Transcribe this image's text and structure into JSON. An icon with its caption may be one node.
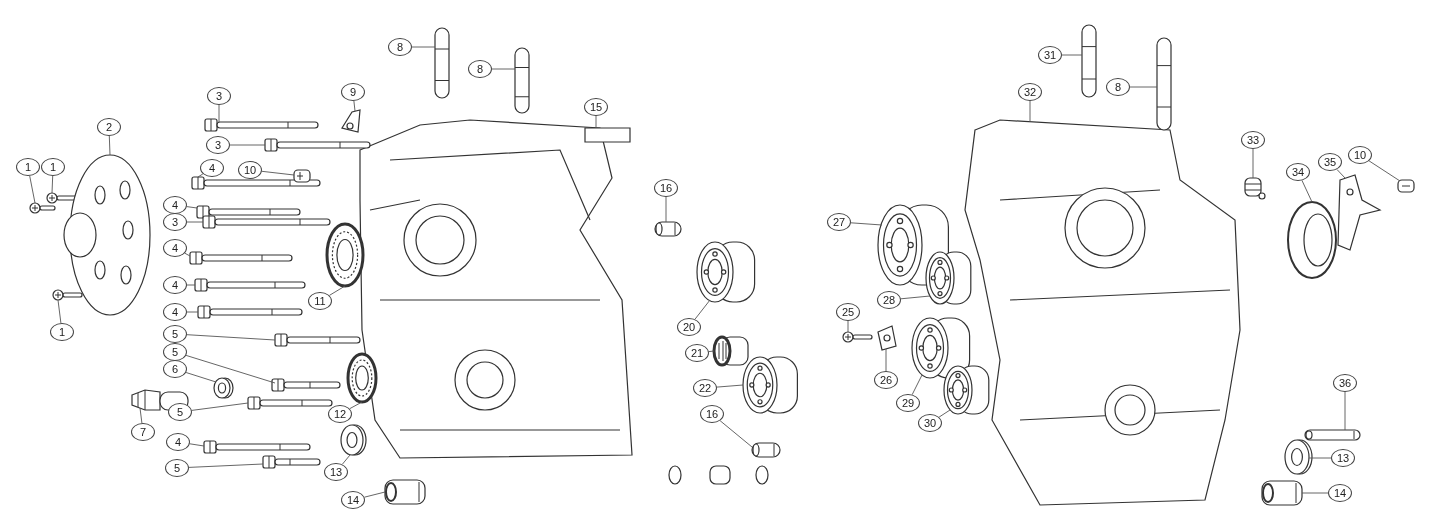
{
  "diagram": {
    "nodes": [
      {
        "text": [
          "1"
        ]
      },
      {
        "text": [
          "1"
        ]
      },
      {
        "text": [
          "1"
        ]
      },
      {
        "text": [
          "2"
        ]
      },
      {
        "text": [
          "3"
        ]
      },
      {
        "text": [
          "3"
        ]
      },
      {
        "text": [
          "4"
        ]
      },
      {
        "text": [
          "10"
        ]
      },
      {
        "text": [
          "4"
        ]
      },
      {
        "text": [
          "3"
        ]
      },
      {
        "text": [
          "4"
        ]
      },
      {
        "text": [
          "4"
        ]
      },
      {
        "text": [
          "4"
        ]
      },
      {
        "text": [
          "5"
        ]
      },
      {
        "text": [
          "5"
        ]
      },
      {
        "text": [
          "6"
        ]
      },
      {
        "text": [
          "5"
        ]
      },
      {
        "text": [
          "7"
        ]
      },
      {
        "text": [
          "4"
        ]
      },
      {
        "text": [
          "5"
        ]
      },
      {
        "text": [
          "8"
        ]
      },
      {
        "text": [
          "8"
        ]
      },
      {
        "text": [
          "9"
        ]
      },
      {
        "text": [
          "11"
        ]
      },
      {
        "text": [
          "12"
        ]
      },
      {
        "text": [
          "13"
        ]
      },
      {
        "text": [
          "14"
        ]
      },
      {
        "text": [
          "15"
        ]
      },
      {
        "text": [
          "16"
        ]
      },
      {
        "text": [
          "20"
        ]
      },
      {
        "text": [
          "21"
        ]
      },
      {
        "text": [
          "22"
        ]
      },
      {
        "text": [
          "16"
        ]
      },
      {
        "text": [
          "31"
        ]
      },
      {
        "text": [
          "8"
        ]
      },
      {
        "text": [
          "32"
        ]
      },
      {
        "text": [
          "33"
        ]
      },
      {
        "text": [
          "34"
        ]
      },
      {
        "text": [
          "35"
        ]
      },
      {
        "text": [
          "10"
        ]
      },
      {
        "text": [
          "27"
        ]
      },
      {
        "text": [
          "28"
        ]
      },
      {
        "text": [
          "25"
        ]
      },
      {
        "text": [
          "26"
        ]
      },
      {
        "text": [
          "29"
        ]
      },
      {
        "text": [
          "30"
        ]
      },
      {
        "text": [
          "36"
        ]
      },
      {
        "text": [
          "13"
        ]
      },
      {
        "text": [
          "14"
        ]
      },
      {
        "text": [],
        "shape": "picture"
      },
      {
        "text": [],
        "shape": "picture"
      },
      {
        "text": [],
        "shape": "picture"
      },
      {
        "text": [],
        "shape": "picture"
      },
      {
        "text": [],
        "shape": "picture"
      },
      {
        "text": [],
        "shape": "picture"
      },
      {
        "text": [],
        "shape": "picture"
      },
      {
        "text": [],
        "shape": "picture"
      },
      {
        "text": [],
        "shape": "picture"
      },
      {
        "text": [],
        "shape": "picture"
      },
      {
        "text": [],
        "shape": "picture"
      },
      {
        "text": [],
        "shape": "picture"
      },
      {
        "text": [],
        "shape": "picture"
      },
      {
        "text": [],
        "shape": "picture"
      },
      {
        "text": [],
        "shape": "picture"
      },
      {
        "text": [],
        "shape": "picture"
      },
      {
        "text": [],
        "shape": "picture"
      },
      {
        "text": [],
        "shape": "picture"
      },
      {
        "text": [],
        "shape": "picture"
      },
      {
        "text": [],
        "shape": "picture"
      },
      {
        "text": [],
        "shape": "picture"
      },
      {
        "text": [],
        "shape": "picture"
      },
      {
        "text": [],
        "shape": "picture"
      },
      {
        "text": [],
        "shape": "picture"
      },
      {
        "text": [],
        "shape": "picture"
      },
      {
        "text": [],
        "shape": "picture"
      },
      {
        "text": [],
        "shape": "picture"
      },
      {
        "text": [],
        "shape": "picture"
      },
      {
        "text": [],
        "shape": "picture"
      },
      {
        "text": [],
        "shape": "picture"
      },
      {
        "text": [],
        "shape": "picture"
      },
      {
        "text": [],
        "shape": "picture"
      },
      {
        "text": [],
        "shape": "picture"
      },
      {
        "text": [],
        "shape": "picture"
      },
      {
        "text": [],
        "shape": "picture"
      },
      {
        "text": [],
        "shape": "picture"
      },
      {
        "text": [],
        "shape": "picture"
      },
      {
        "text": [],
        "shape": "picture"
      },
      {
        "text": [],
        "shape": "picture"
      },
      {
        "text": [],
        "shape": "picture"
      },
      {
        "text": [],
        "shape": "picture"
      },
      {
        "text": [],
        "shape": "picture"
      },
      {
        "text": [],
        "shape": "picture"
      },
      {
        "text": [],
        "shape": "picture"
      },
      {
        "text": [],
        "shape": "picture"
      },
      {
        "text": [],
        "shape": "picture"
      },
      {
        "text": [],
        "shape": "picture"
      },
      {
        "text": [],
        "shape": "picture"
      },
      {
        "text": [],
        "shape": "picture"
      }
    ],
    "edges": [
      {
        "from": 0,
        "to": 49,
        "arrow": "none"
      },
      {
        "from": 1,
        "to": 50,
        "arrow": "none"
      },
      {
        "from": 2,
        "to": 51,
        "arrow": "none"
      },
      {
        "from": 3,
        "to": 52,
        "arrow": "none"
      },
      {
        "from": 4,
        "to": 53,
        "arrow": "none"
      },
      {
        "from": 5,
        "to": 54,
        "arrow": "none"
      },
      {
        "from": 6,
        "to": 55,
        "arrow": "none"
      },
      {
        "from": 7,
        "to": 56,
        "arrow": "none"
      },
      {
        "from": 8,
        "to": 57,
        "arrow": "none"
      },
      {
        "from": 9,
        "to": 58,
        "arrow": "none"
      },
      {
        "from": 10,
        "to": 59,
        "arrow": "none"
      },
      {
        "from": 11,
        "to": 60,
        "arrow": "none"
      },
      {
        "from": 12,
        "to": 61,
        "arrow": "none"
      },
      {
        "from": 13,
        "to": 62,
        "arrow": "none"
      },
      {
        "from": 14,
        "to": 63,
        "arrow": "none"
      },
      {
        "from": 15,
        "to": 64,
        "arrow": "none"
      },
      {
        "from": 16,
        "to": 65,
        "arrow": "none"
      },
      {
        "from": 17,
        "to": 66,
        "arrow": "none"
      },
      {
        "from": 18,
        "to": 67,
        "arrow": "none"
      },
      {
        "from": 19,
        "to": 68,
        "arrow": "none"
      },
      {
        "from": 20,
        "to": 69,
        "arrow": "none"
      },
      {
        "from": 21,
        "to": 70,
        "arrow": "none"
      },
      {
        "from": 22,
        "to": 71,
        "arrow": "none"
      },
      {
        "from": 23,
        "to": 72,
        "arrow": "none"
      },
      {
        "from": 24,
        "to": 73,
        "arrow": "none"
      },
      {
        "from": 25,
        "to": 74,
        "arrow": "none"
      },
      {
        "from": 26,
        "to": 75,
        "arrow": "none"
      },
      {
        "from": 27,
        "to": 76,
        "arrow": "none"
      },
      {
        "from": 28,
        "to": 77,
        "arrow": "none"
      },
      {
        "from": 29,
        "to": 78,
        "arrow": "none"
      },
      {
        "from": 30,
        "to": 79,
        "arrow": "none"
      },
      {
        "from": 31,
        "to": 80,
        "arrow": "none"
      },
      {
        "from": 32,
        "to": 81,
        "arrow": "none"
      },
      {
        "from": 33,
        "to": 82,
        "arrow": "none"
      },
      {
        "from": 34,
        "to": 83,
        "arrow": "none"
      },
      {
        "from": 35,
        "to": 84,
        "arrow": "none"
      },
      {
        "from": 36,
        "to": 85,
        "arrow": "none"
      },
      {
        "from": 37,
        "to": 86,
        "arrow": "none"
      },
      {
        "from": 38,
        "to": 87,
        "arrow": "none"
      },
      {
        "from": 39,
        "to": 88,
        "arrow": "none"
      },
      {
        "from": 40,
        "to": 89,
        "arrow": "none"
      },
      {
        "from": 41,
        "to": 90,
        "arrow": "none"
      },
      {
        "from": 42,
        "to": 91,
        "arrow": "none"
      },
      {
        "from": 43,
        "to": 92,
        "arrow": "none"
      },
      {
        "from": 44,
        "to": 93,
        "arrow": "none"
      },
      {
        "from": 45,
        "to": 94,
        "arrow": "none"
      },
      {
        "from": 46,
        "to": 95,
        "arrow": "none"
      },
      {
        "from": 47,
        "to": 96,
        "arrow": "none"
      },
      {
        "from": 48,
        "to": 97,
        "arrow": "none"
      }
    ]
  }
}
